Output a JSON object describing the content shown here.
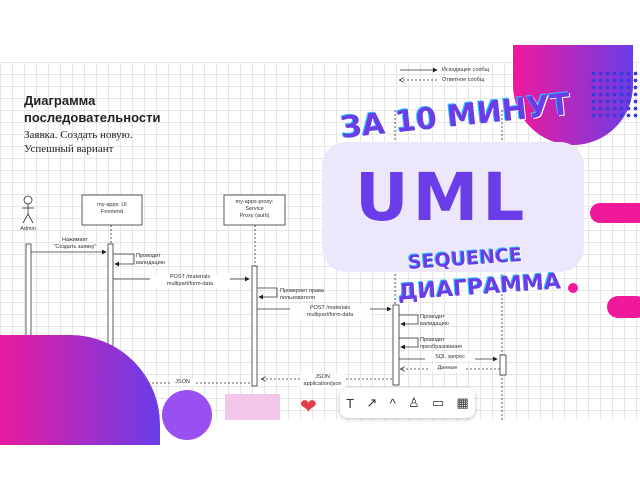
{
  "diagram": {
    "title_line1": "Диаграмма",
    "title_line2": "последовательности",
    "subtitle_line1": "Заявка. Создать новую.",
    "subtitle_line2": "Успешный вариант",
    "actor": "Admin",
    "participants": [
      {
        "line1": "my-apps: UI",
        "line2": "Frontend"
      },
      {
        "line1": "my-apps-proxy:",
        "line2": "Service",
        "line3": "Proxy (auth)"
      }
    ],
    "messages": [
      {
        "line1": "Нажимает",
        "line2": "\"Создать заявку\""
      },
      {
        "line1": "Проводит",
        "line2": "валидацию"
      },
      {
        "line1": "POST /materials",
        "line2": "multipart/form-data"
      },
      {
        "line1": "Проверяет права",
        "line2": "пользователя"
      },
      {
        "line1": "POST /materials",
        "line2": "multipart/form-data"
      },
      {
        "line1": "Проводит",
        "line2": "валидацию"
      },
      {
        "line1": "Проводит",
        "line2": "преобразования"
      },
      {
        "line1": "SQL запрос"
      },
      {
        "line1": "Данные"
      },
      {
        "line1": "JSON",
        "line2": "application/json"
      },
      {
        "line1": "JSON"
      }
    ],
    "legend": [
      "Исходящее сообщ",
      "Ответное сообщ"
    ]
  },
  "overlay": {
    "line1": "ЗА 10 МИНУТ",
    "main": "UML",
    "line3": "SEQUENCE",
    "line4": "ДИАГРАММА"
  },
  "toolbar": {
    "text": "T",
    "arrow": "↗",
    "caret": "^",
    "stamp": "♙",
    "frame": "▭",
    "table": "▦"
  },
  "colors": {
    "accent": "#6a3de8",
    "pink": "#f0199a",
    "card": "#ece7fb"
  }
}
